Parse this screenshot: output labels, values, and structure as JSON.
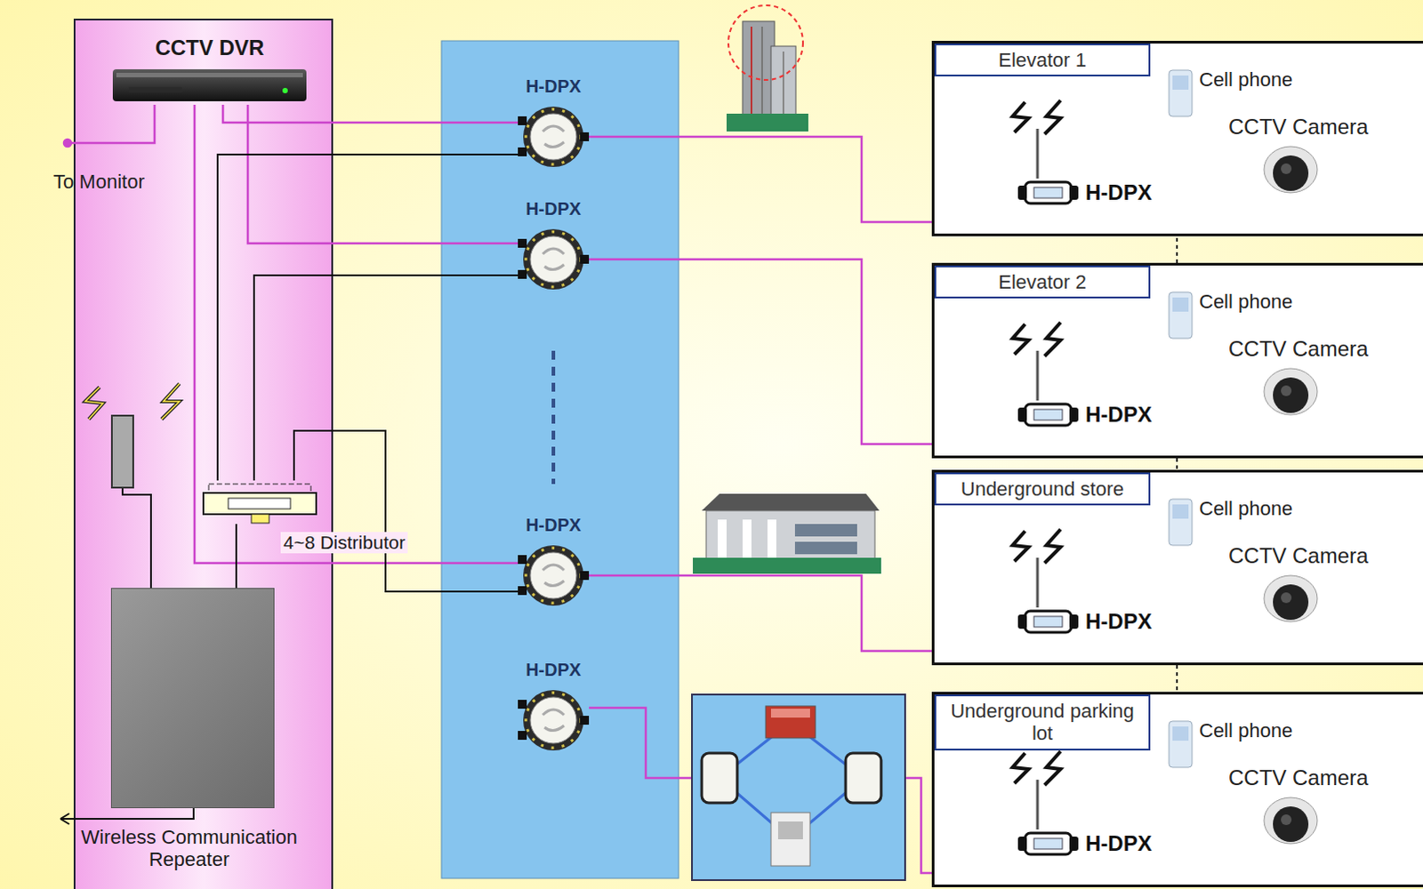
{
  "diagram": {
    "nodes": [
      {
        "text": [
          "CCTV DVR"
        ]
      },
      {
        "text": [
          "4~8 Distributor"
        ]
      },
      {
        "text": [
          "Wireless Communication Repeater"
        ]
      },
      {
        "text": [
          "H-DPX"
        ]
      },
      {
        "text": [
          "H-DPX"
        ]
      },
      {
        "text": [
          "H-DPX"
        ]
      },
      {
        "text": [
          "H-DPX"
        ]
      },
      {
        "text": [
          "Elevator 1"
        ]
      },
      {
        "text": [
          "Cell phone"
        ],
        "in": 7
      },
      {
        "text": [
          "CCTV Camera"
        ],
        "in": 7
      },
      {
        "text": [
          "H-DPX"
        ],
        "in": 7
      },
      {
        "text": [
          "Elevator 2"
        ]
      },
      {
        "text": [
          "Cell phone"
        ],
        "in": 11
      },
      {
        "text": [
          "CCTV Camera"
        ],
        "in": 11
      },
      {
        "text": [
          "H-DPX"
        ],
        "in": 11
      },
      {
        "text": [
          "Underground store"
        ]
      },
      {
        "text": [
          "Cell phone"
        ],
        "in": 15
      },
      {
        "text": [
          "CCTV Camera"
        ],
        "in": 15
      },
      {
        "text": [
          "H-DPX"
        ],
        "in": 15
      },
      {
        "text": [
          "Underground parking lot"
        ]
      },
      {
        "text": [
          "Cell phone"
        ],
        "in": 19
      },
      {
        "text": [
          "CCTV Camera"
        ],
        "in": 19
      },
      {
        "text": [
          "H-DPX"
        ],
        "in": 19
      }
    ],
    "edges": [
      {
        "from": 0,
        "to": 3,
        "arrow": "none"
      },
      {
        "from": 0,
        "to": 4,
        "arrow": "none"
      },
      {
        "from": 0,
        "to": 5,
        "arrow": "none"
      },
      {
        "from": 1,
        "to": 3,
        "arrow": "none"
      },
      {
        "from": 1,
        "to": 4,
        "arrow": "none"
      },
      {
        "from": 1,
        "to": 5,
        "arrow": "none"
      },
      {
        "from": 1,
        "to": 2,
        "arrow": "none"
      },
      {
        "from": 3,
        "to": 10,
        "arrow": "none"
      },
      {
        "from": 4,
        "to": 14,
        "arrow": "none"
      },
      {
        "from": 5,
        "to": 18,
        "arrow": "none"
      },
      {
        "from": 6,
        "to": 22,
        "arrow": "none"
      },
      {
        "from": 9,
        "to": 10,
        "arrow": "none"
      },
      {
        "from": 13,
        "to": 14,
        "arrow": "none"
      },
      {
        "from": 17,
        "to": 18,
        "arrow": "none"
      },
      {
        "from": 21,
        "to": 22,
        "arrow": "none"
      }
    ],
    "labels": [
      "To Monitor"
    ]
  }
}
